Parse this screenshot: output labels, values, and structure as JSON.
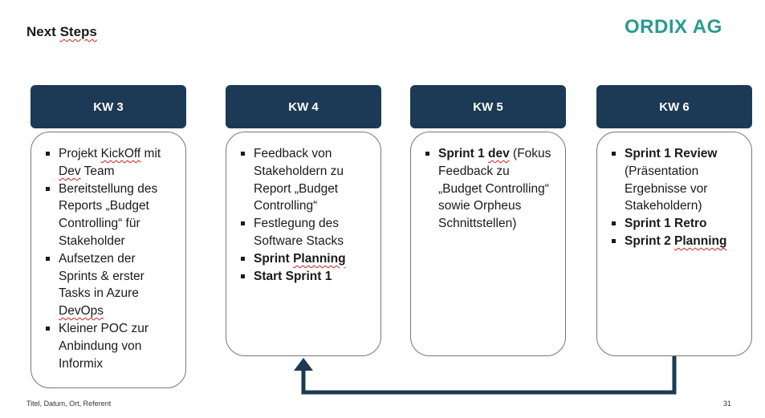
{
  "header": {
    "title": "Next Steps",
    "logo": "ORDIX AG"
  },
  "columns": [
    {
      "heading": "KW 3",
      "items": [
        {
          "parts": [
            {
              "t": "Projekt "
            },
            {
              "t": "KickOff",
              "sq": true
            },
            {
              "t": " mit "
            },
            {
              "t": "Dev",
              "sq": true
            },
            {
              "t": " Team"
            }
          ]
        },
        {
          "parts": [
            {
              "t": "Bereitstellung des Reports „Budget Controlling“ für Stakeholder"
            }
          ]
        },
        {
          "parts": [
            {
              "t": "Aufsetzen der Sprints & erster Tasks in Azure "
            },
            {
              "t": "DevOps",
              "sq": true
            }
          ]
        },
        {
          "parts": [
            {
              "t": "Kleiner POC zur Anbindung von Informix"
            }
          ]
        }
      ]
    },
    {
      "heading": "KW 4",
      "items": [
        {
          "parts": [
            {
              "t": "Feedback von Stakeholdern zu Report „Budget Controlling“"
            }
          ]
        },
        {
          "parts": [
            {
              "t": "Festlegung des Software Stacks"
            }
          ]
        },
        {
          "parts": [
            {
              "t": "Sprint ",
              "b": true
            },
            {
              "t": "Planning",
              "b": true,
              "sq": true
            }
          ]
        },
        {
          "parts": [
            {
              "t": "Start Sprint 1",
              "b": true
            }
          ]
        }
      ]
    },
    {
      "heading": "KW 5",
      "items": [
        {
          "parts": [
            {
              "t": "Sprint 1 ",
              "b": true
            },
            {
              "t": "dev",
              "b": true,
              "sq": true
            },
            {
              "t": " (Fokus Feedback zu „Budget Controlling“ sowie Orpheus Schnittstellen)"
            }
          ]
        }
      ]
    },
    {
      "heading": "KW 6",
      "items": [
        {
          "parts": [
            {
              "t": "Sprint 1 Review",
              "b": true
            },
            {
              "t": " (Präsentation Ergebnisse vor Stakeholdern)"
            }
          ]
        },
        {
          "parts": [
            {
              "t": "Sprint 1 Retro",
              "b": true
            }
          ]
        },
        {
          "parts": [
            {
              "t": "Sprint 2 ",
              "b": true
            },
            {
              "t": "Planning",
              "b": true,
              "sq": true
            }
          ]
        }
      ]
    }
  ],
  "footer": {
    "text": "Titel, Datum, Ort, Referent",
    "page": "31"
  },
  "colors": {
    "header_bg": "#1c3a55",
    "logo": "#2a9a8e",
    "arrow": "#1c3a55"
  }
}
